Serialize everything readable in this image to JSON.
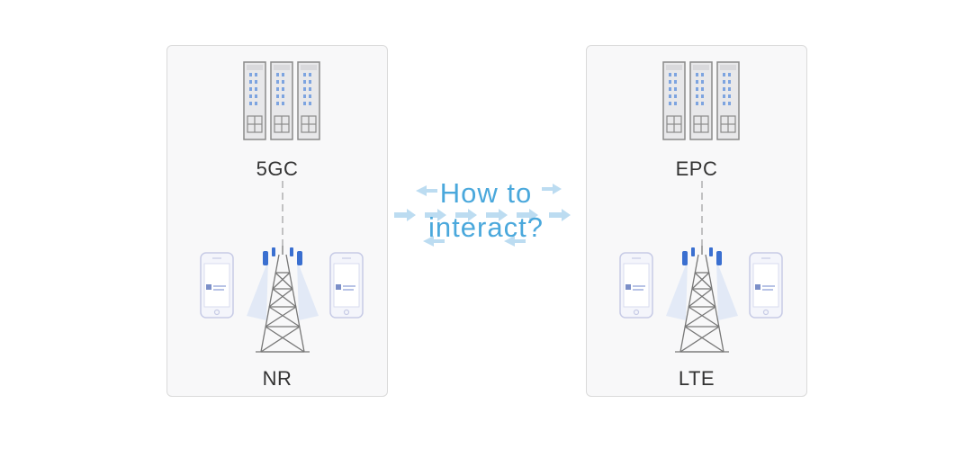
{
  "left": {
    "core_label": "5GC",
    "ran_label": "NR"
  },
  "right": {
    "core_label": "EPC",
    "ran_label": "LTE"
  },
  "question": {
    "line1": "How to",
    "line2": "interact?"
  },
  "colors": {
    "accent": "#4aa8dc",
    "server_fill": "#e6e6e8",
    "server_stroke": "#8a8a8a",
    "server_lights": "#7da4e0",
    "tower_stroke": "#777777",
    "antenna": "#3a6fd0",
    "phone_stroke": "#c7cbe6",
    "phone_screen": "#7b8fc8",
    "arrow": "#a9d3ee"
  }
}
